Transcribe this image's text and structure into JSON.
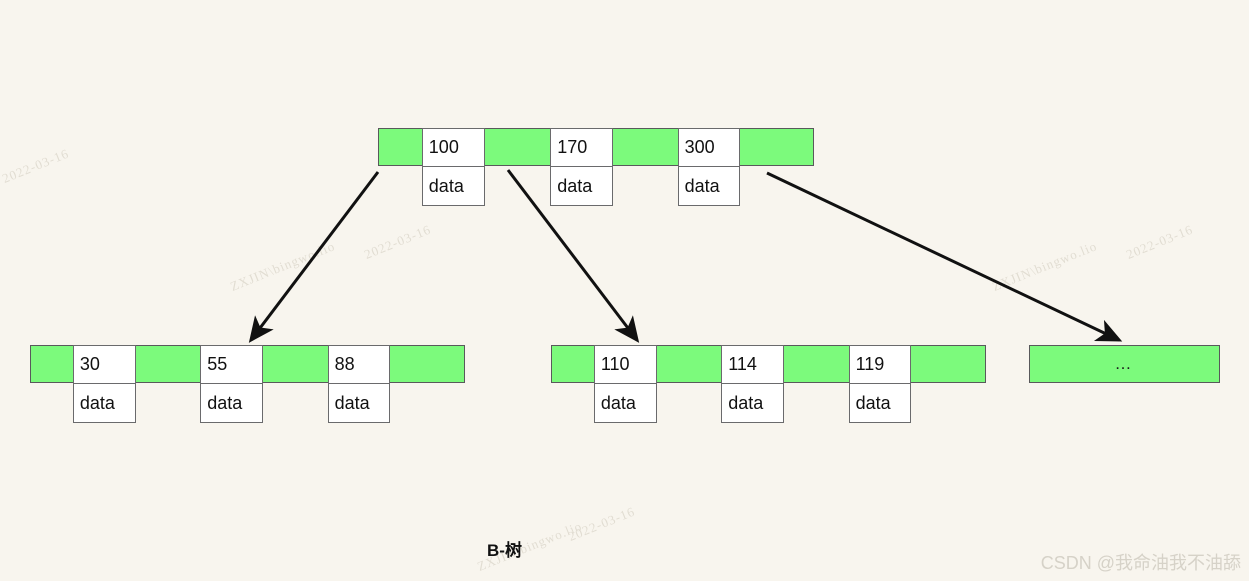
{
  "diagram": {
    "title": "B-树",
    "background_color": "#f8f5ee",
    "node_fill_color": "#7cfa7c",
    "cell_fill_color": "#ffffff",
    "border_color": "#59595b",
    "arrow_color": "#111111",
    "data_label": "data",
    "ellipsis_label": "…"
  },
  "root_node": {
    "name": "root",
    "cells": [
      {
        "key": "100",
        "data": "data"
      },
      {
        "key": "170",
        "data": "data"
      },
      {
        "key": "300",
        "data": "data"
      }
    ]
  },
  "children": [
    {
      "name": "left-child",
      "cells": [
        {
          "key": "30",
          "data": "data"
        },
        {
          "key": "55",
          "data": "data"
        },
        {
          "key": "88",
          "data": "data"
        }
      ]
    },
    {
      "name": "middle-child",
      "cells": [
        {
          "key": "110",
          "data": "data"
        },
        {
          "key": "114",
          "data": "data"
        },
        {
          "key": "119",
          "data": "data"
        }
      ]
    },
    {
      "name": "right-child",
      "cells": [],
      "placeholder": "…"
    }
  ],
  "edges": [
    {
      "from": "root",
      "to": "left-child"
    },
    {
      "from": "root",
      "to": "middle-child"
    },
    {
      "from": "root",
      "to": "right-child"
    }
  ],
  "watermark": {
    "user_text": "ZXJIN\\bingwo.lio",
    "date_text": "2022-03-16"
  },
  "credit": {
    "text": "CSDN @我命油我不油舔"
  }
}
